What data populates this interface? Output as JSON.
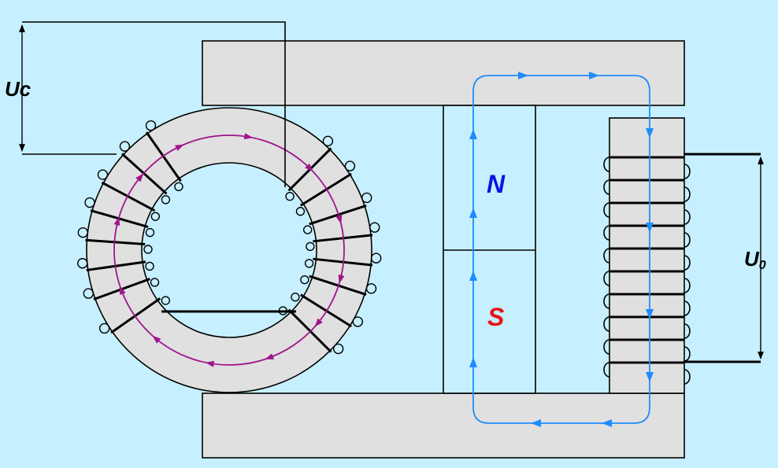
{
  "labels": {
    "control_voltage": "Uc",
    "output_voltage_base": "U",
    "output_voltage_sub": "0",
    "north_pole": "N",
    "south_pole": "S"
  },
  "colors": {
    "background": "#c6f0ff",
    "core_fill": "#e0e0e0",
    "wire": "#000000",
    "toroid_flux": "#a0148c",
    "magnet_flux": "#1e8cff",
    "north": "#0a14e6",
    "south": "#e61414"
  }
}
